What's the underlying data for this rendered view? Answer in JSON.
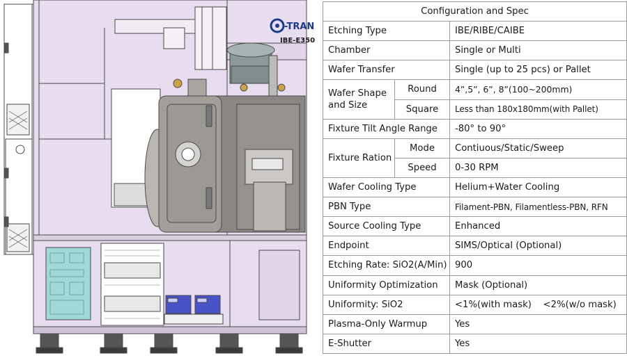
{
  "brand": {
    "logo_text": "-TRAN",
    "model": "IBE-E350"
  },
  "colors": {
    "frame_lavender": "#e8dcef",
    "frame_outline": "#4a4a4a",
    "chamber_gray": "#9c9894",
    "cabinet_teal": "#9fd8d6",
    "panel_blue": "#4a52c8",
    "logo_blue": "#1b3a8a"
  },
  "spec": {
    "header": "Configuration and Spec",
    "rows": [
      {
        "label": "Etching Type",
        "value": "IBE/RIBE/CAIBE"
      },
      {
        "label": "Chamber",
        "value": "Single or Multi"
      },
      {
        "label": "Wafer Transfer",
        "value": "Single (up to 25 pcs) or Pallet"
      },
      {
        "label": "Wafer Shape and Size",
        "subs": [
          {
            "sub": "Round",
            "value": "4”,5”, 6”, 8”(100~200mm)"
          },
          {
            "sub": "Square",
            "value": "Less than 180x180mm(with Pallet)"
          }
        ]
      },
      {
        "label": "Fixture Tilt Angle Range",
        "value": "-80° to 90°"
      },
      {
        "label": "Fixture Ration",
        "subs": [
          {
            "sub": "Mode",
            "value": "Contiuous/Static/Sweep"
          },
          {
            "sub": "Speed",
            "value": "0-30 RPM"
          }
        ]
      },
      {
        "label": "Wafer Cooling Type",
        "value": "Helium+Water Cooling"
      },
      {
        "label": "PBN Type",
        "value": "Filament-PBN, Filamentless-PBN, RFN"
      },
      {
        "label": "Source Cooling Type",
        "value": "Enhanced"
      },
      {
        "label": "Endpoint",
        "value": "SIMS/Optical (Optional)"
      },
      {
        "label": "Etching Rate: SiO2(A/Min)",
        "value": "900"
      },
      {
        "label": "Uniformity Optimization",
        "value": "Mask (Optional)"
      },
      {
        "label": "Uniformity: SiO2",
        "value": "<1%(with mask)    <2%(w/o mask)"
      },
      {
        "label": "Plasma-Only Warmup",
        "value": "Yes"
      },
      {
        "label": "E-Shutter",
        "value": "Yes"
      }
    ]
  }
}
